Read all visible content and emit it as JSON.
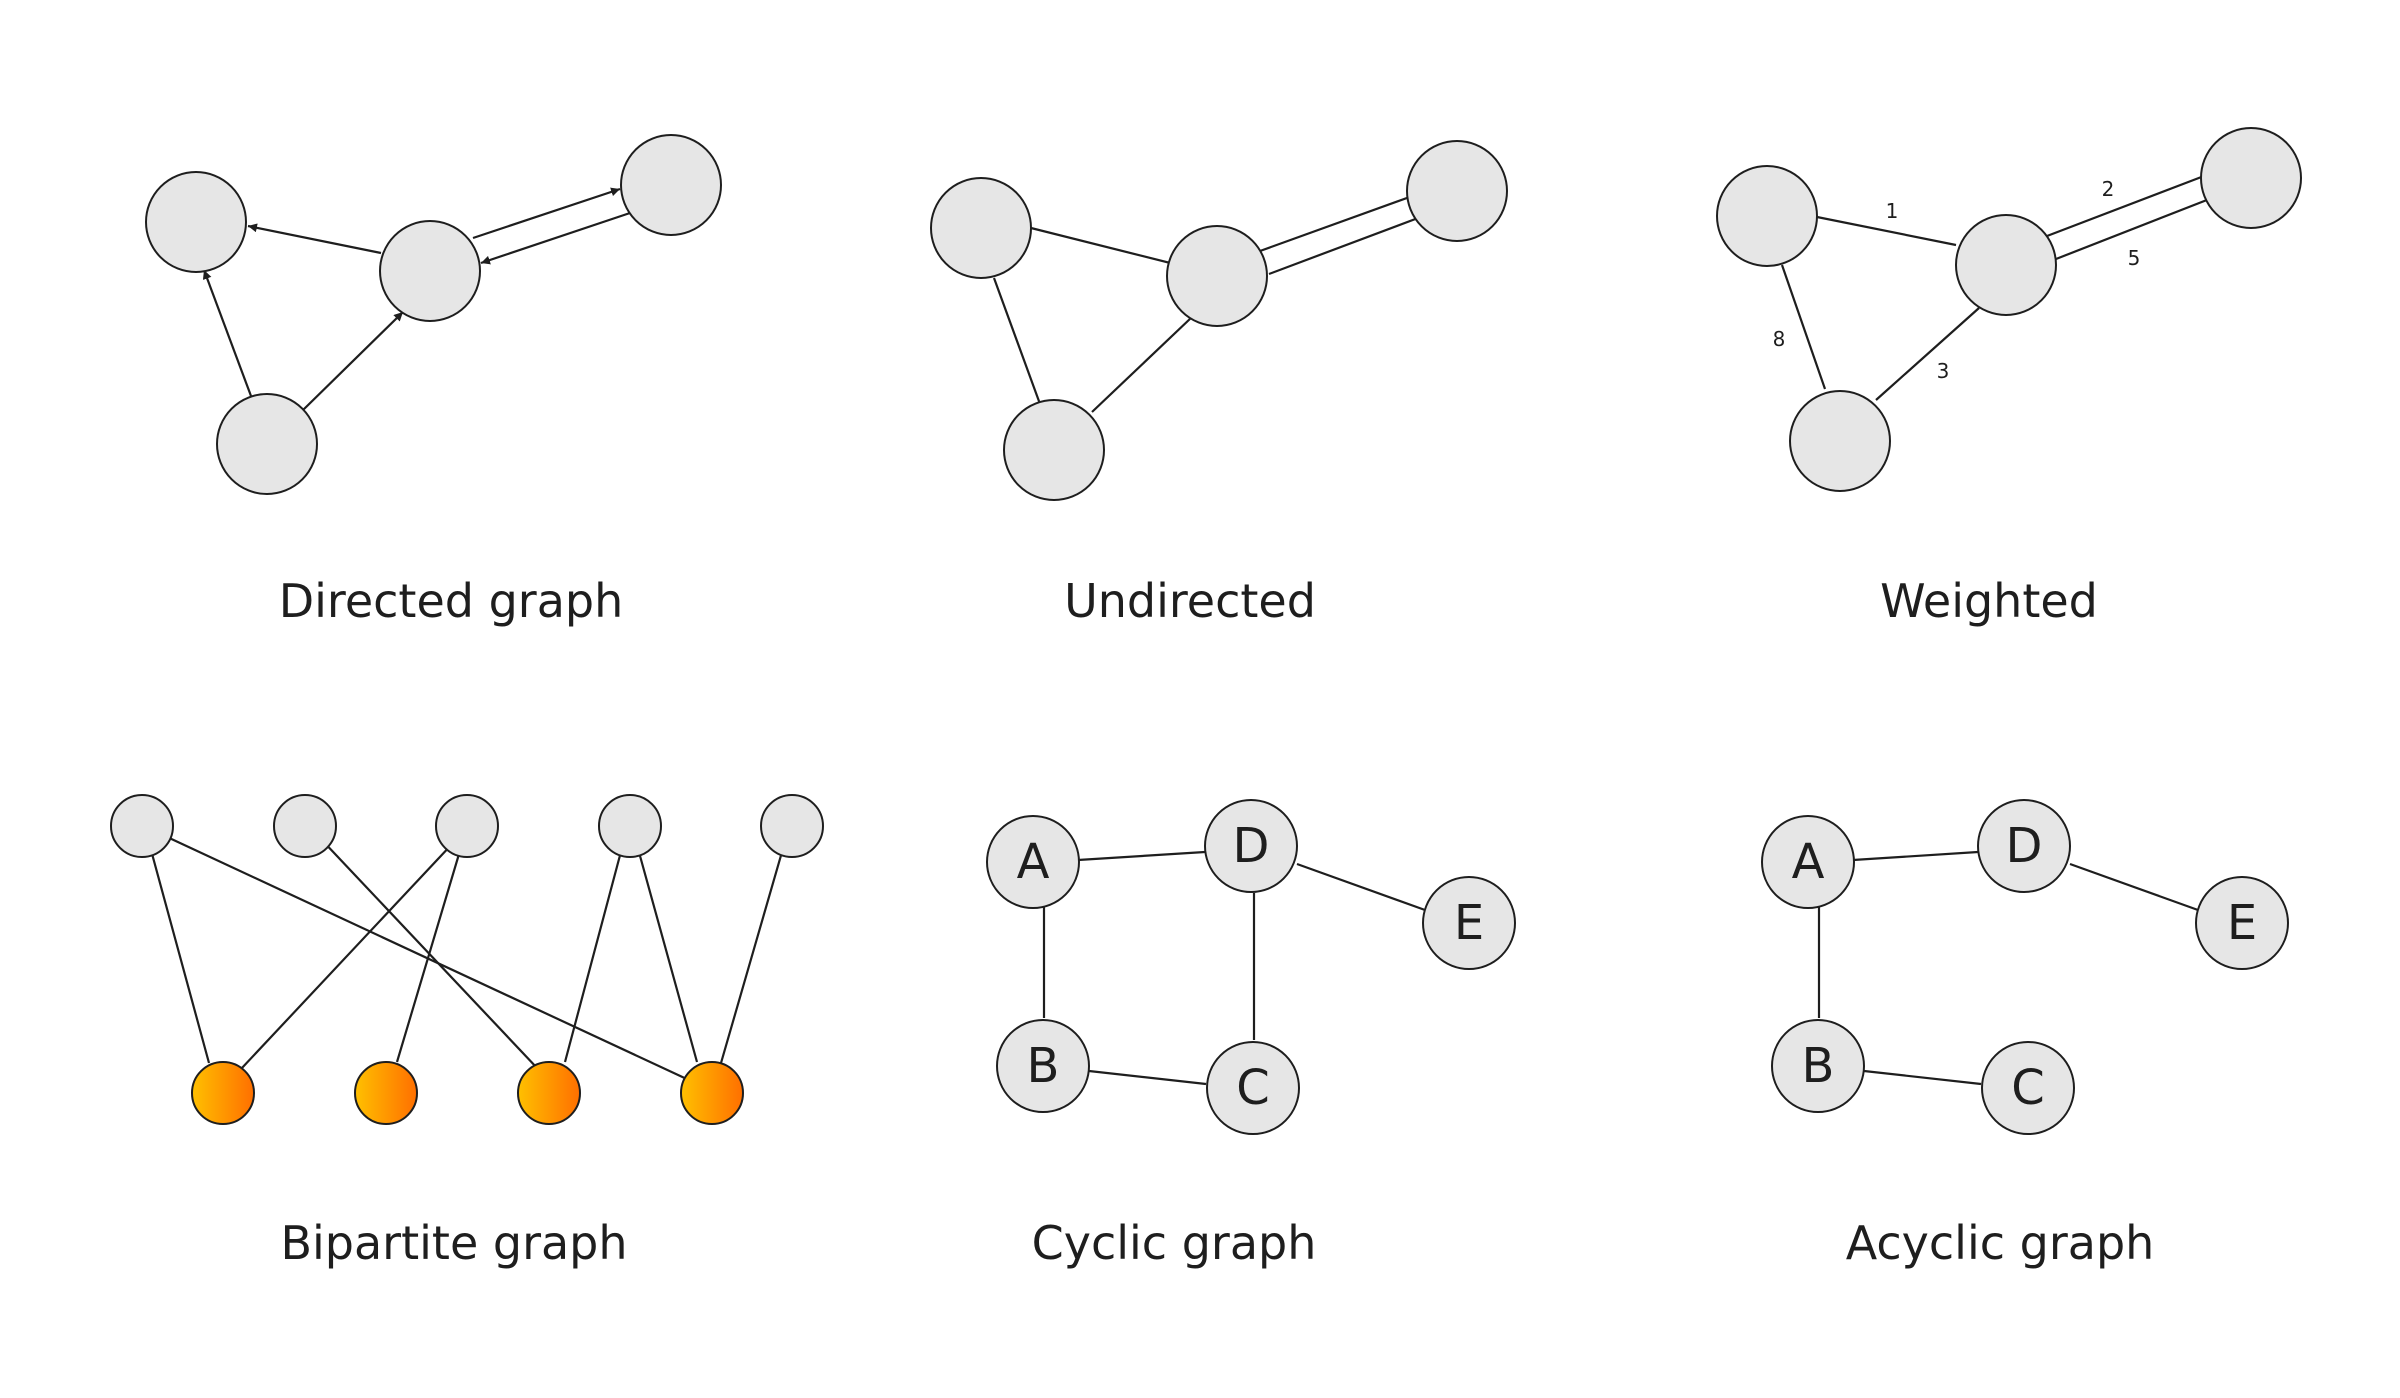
{
  "captions": {
    "directed": "Directed graph",
    "undirected": "Undirected",
    "weighted": "Weighted",
    "bipartite": "Bipartite graph",
    "cyclic": "Cyclic graph",
    "acyclic": "Acyclic graph"
  },
  "weights": {
    "w1": "1",
    "w2": "2",
    "w5": "5",
    "w8": "8",
    "w3": "3"
  },
  "cyclic_nodes": {
    "a": "A",
    "b": "B",
    "c": "C",
    "d": "D",
    "e": "E"
  },
  "acyclic_nodes": {
    "a": "A",
    "b": "B",
    "c": "C",
    "d": "D",
    "e": "E"
  },
  "colors": {
    "node_fill": "#e6e6e6",
    "stroke": "#1e1e1e",
    "orange_light": "#ffc000",
    "orange_dark": "#ff6f00"
  }
}
